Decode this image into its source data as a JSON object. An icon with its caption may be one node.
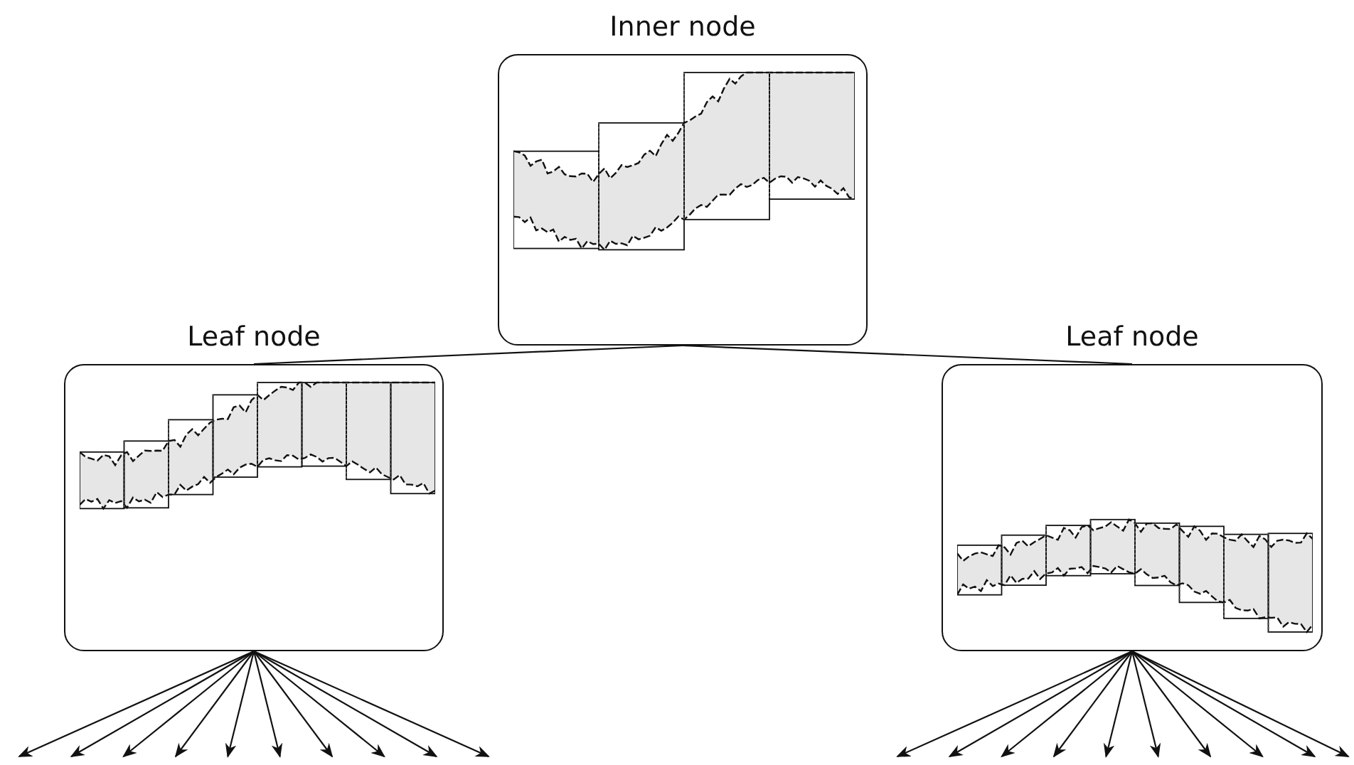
{
  "diagram": {
    "nodes": [
      {
        "text": [
          "Inner node"
        ]
      },
      {
        "text": [
          "Leaf node"
        ]
      },
      {
        "text": [
          "Leaf node"
        ]
      }
    ],
    "edges": [
      {
        "from": 0,
        "to": 1,
        "arrow": "none"
      },
      {
        "from": 0,
        "to": 2,
        "arrow": "none"
      },
      {
        "from": 1,
        "to": null,
        "arrow": "to"
      },
      {
        "from": 1,
        "to": null,
        "arrow": "to"
      },
      {
        "from": 1,
        "to": null,
        "arrow": "to"
      },
      {
        "from": 1,
        "to": null,
        "arrow": "to"
      },
      {
        "from": 1,
        "to": null,
        "arrow": "to"
      },
      {
        "from": 1,
        "to": null,
        "arrow": "to"
      },
      {
        "from": 1,
        "to": null,
        "arrow": "to"
      },
      {
        "from": 1,
        "to": null,
        "arrow": "to"
      },
      {
        "from": 1,
        "to": null,
        "arrow": "to"
      },
      {
        "from": 1,
        "to": null,
        "arrow": "to"
      },
      {
        "from": 2,
        "to": null,
        "arrow": "to"
      },
      {
        "from": 2,
        "to": null,
        "arrow": "to"
      },
      {
        "from": 2,
        "to": null,
        "arrow": "to"
      },
      {
        "from": 2,
        "to": null,
        "arrow": "to"
      },
      {
        "from": 2,
        "to": null,
        "arrow": "to"
      },
      {
        "from": 2,
        "to": null,
        "arrow": "to"
      },
      {
        "from": 2,
        "to": null,
        "arrow": "to"
      },
      {
        "from": 2,
        "to": null,
        "arrow": "to"
      },
      {
        "from": 2,
        "to": null,
        "arrow": "to"
      },
      {
        "from": 2,
        "to": null,
        "arrow": "to"
      }
    ]
  }
}
